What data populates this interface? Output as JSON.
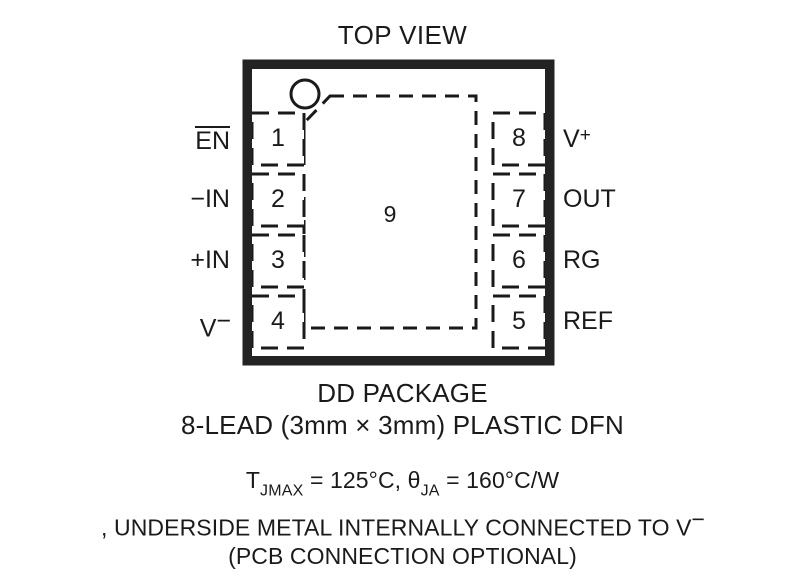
{
  "diagram": {
    "title": "TOP VIEW",
    "view_label": "TOP VIEW",
    "package_name": "DD PACKAGE",
    "package_description": "8-LEAD (3mm × 3mm) PLASTIC DFN",
    "ink_color": "#1a1a1a",
    "background_color": "#ffffff"
  },
  "pins": {
    "left": [
      {
        "number": "1",
        "name": "EN",
        "overline": true
      },
      {
        "number": "2",
        "name": "−IN",
        "overline": false
      },
      {
        "number": "3",
        "name": "+IN",
        "overline": false
      },
      {
        "number": "4",
        "name": "V⁻",
        "overline": false
      }
    ],
    "right": [
      {
        "number": "8",
        "name": "V⁺"
      },
      {
        "number": "7",
        "name": "OUT"
      },
      {
        "number": "6",
        "name": "RG"
      },
      {
        "number": "5",
        "name": "REF"
      }
    ],
    "exposed_pad": {
      "number": "9",
      "label": "9"
    }
  },
  "pin_labels": {
    "en": "EN",
    "minus_in": "−IN",
    "plus_in": "+IN",
    "v_minus_base": "V",
    "v_minus_sup": "−",
    "v_plus_base": "V",
    "v_plus_sup": "+",
    "out": "OUT",
    "rg": "RG",
    "ref": "REF"
  },
  "pin_numbers": {
    "p1": "1",
    "p2": "2",
    "p3": "3",
    "p4": "4",
    "p5": "5",
    "p6": "6",
    "p7": "7",
    "p8": "8",
    "p9": "9"
  },
  "thermal": {
    "line1_part1": "T",
    "line1_sub1": "JMAX",
    "line1_part2": " = 125°C, ",
    "line1_theta": "θ",
    "line1_sub2": "JA",
    "line1_part3": " = 160°C/W",
    "line2": ", UNDERSIDE METAL INTERNALLY CONNECTED TO V",
    "line2_sup": "−",
    "line3": "(PCB CONNECTION OPTIONAL)"
  }
}
